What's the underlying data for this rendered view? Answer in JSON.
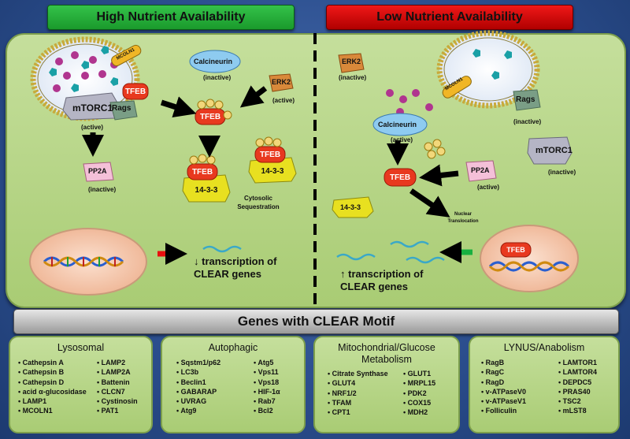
{
  "banners": {
    "high": "High Nutrient Availability",
    "low": "Low Nutrient Availability"
  },
  "high": {
    "mcoln1": "MCOLN1",
    "tfeb_lyso": "TFEB",
    "rags": "Rags",
    "mtorc1": "mTORC1",
    "mtorc1_state": "(active)",
    "calcineurin": "Calcineurin",
    "calcineurin_state": "(inactive)",
    "erk2": "ERK2",
    "erk2_state": "(active)",
    "tfeb_p": "TFEB",
    "pp2a": "PP2A",
    "pp2a_state": "(inactive)",
    "tfeb_bound1": "TFEB",
    "ywha1": "14-3-3",
    "tfeb_bound2": "TFEB",
    "ywha2": "14-3-3",
    "sequestration": "Cytosolic Sequestration",
    "transcription": "↓ transcription of CLEAR genes",
    "phospho": "P"
  },
  "low": {
    "erk2": "ERK2",
    "erk2_state": "(inactive)",
    "mcoln1": "MCOLN1",
    "rags": "Rags",
    "rags_state": "(inactive)",
    "calcineurin": "Calcineurin",
    "calcineurin_state": "(active)",
    "tfeb": "TFEB",
    "pp2a": "PP2A",
    "pp2a_state": "(active)",
    "mtorc1": "mTORC1",
    "mtorc1_state": "(inactive)",
    "ywha": "14-3-3",
    "translocation": "Nuclear Translocation",
    "tfeb_nuc": "TFEB",
    "transcription": "↑ transcription of CLEAR genes",
    "phospho": "P"
  },
  "genes_header": "Genes with CLEAR Motif",
  "gene_groups": [
    {
      "title": "Lysosomal",
      "col1": [
        "Cathepsin A",
        "Cathepsin B",
        "Cathepsin D",
        "acid α-glucosidase",
        "LAMP1",
        "MCOLN1"
      ],
      "col2": [
        "LAMP2",
        "LAMP2A",
        "Battenin",
        "CLCN7",
        "Cystinosin",
        "PAT1"
      ]
    },
    {
      "title": "Autophagic",
      "col1": [
        "Sqstm1/p62",
        "LC3b",
        "Beclin1",
        "GABARAP",
        "UVRAG",
        "Atg9"
      ],
      "col2": [
        "Atg5",
        "Vps11",
        "Vps18",
        "HIF-1α",
        "Rab7",
        "Bcl2"
      ]
    },
    {
      "title": "Mitochondrial/Glucose Metabolism",
      "col1": [
        "Citrate Synthase",
        "GLUT4",
        "NRF1/2",
        "TFAM",
        "CPT1"
      ],
      "col2": [
        "GLUT1",
        "MRPL15",
        "PDK2",
        "COX15",
        "MDH2"
      ]
    },
    {
      "title": "LYNUS/Anabolism",
      "col1": [
        "RagB",
        "RagC",
        "RagD",
        "v-ATPaseV0",
        "v-ATPaseV1",
        "Folliculin"
      ],
      "col2": [
        "LAMTOR1",
        "LAMTOR4",
        "DEPDC5",
        "PRAS40",
        "TSC2",
        "mLST8"
      ]
    }
  ],
  "colors": {
    "high_banner": "#1fa532",
    "low_banner": "#d20a0a",
    "panel": "#b5d586",
    "tfeb": "#e8391f",
    "ywha": "#e8e020"
  }
}
